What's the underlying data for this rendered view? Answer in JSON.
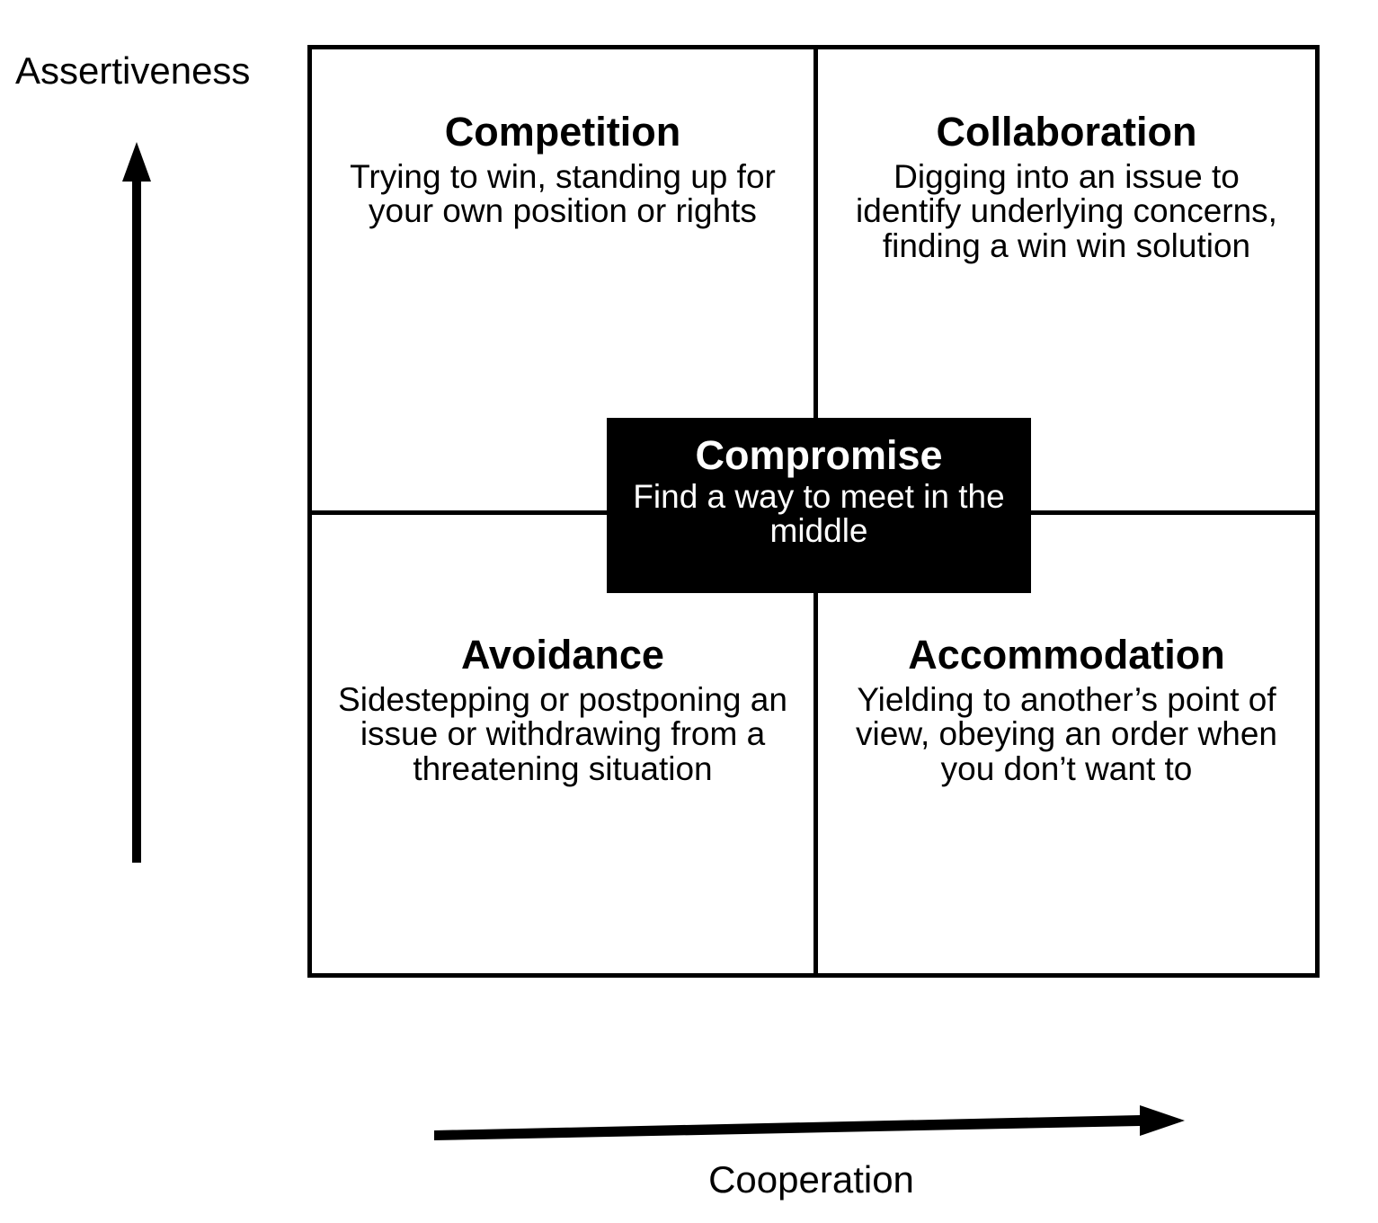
{
  "axes": {
    "y": {
      "label": "Assertiveness",
      "arrow_icon": "arrow-up-icon",
      "direction": "up"
    },
    "x": {
      "label": "Cooperation",
      "arrow_icon": "arrow-right-icon",
      "direction": "right"
    }
  },
  "colors": {
    "background": "#ffffff",
    "line": "#000000",
    "text": "#000000",
    "center_box_fill": "#000000",
    "center_box_text": "#ffffff"
  },
  "matrix": {
    "quadrants": [
      {
        "id": "competition",
        "position": "top-left",
        "title": "Competition",
        "description": "Trying to win, standing up for your own position or rights"
      },
      {
        "id": "collaboration",
        "position": "top-right",
        "title": "Collaboration",
        "description": "Digging into an issue to identify underlying concerns, finding a win win solution"
      },
      {
        "id": "avoidance",
        "position": "bottom-left",
        "title": "Avoidance",
        "description": "Sidestepping or postponing an issue or withdrawing from a threatening situation"
      },
      {
        "id": "accommodation",
        "position": "bottom-right",
        "title": "Accommodation",
        "description": "Yielding to another’s point of view, obeying an order when you don’t want to"
      }
    ],
    "center": {
      "id": "compromise",
      "position": "center",
      "title": "Compromise",
      "description": "Find a way to meet in the middle"
    }
  }
}
